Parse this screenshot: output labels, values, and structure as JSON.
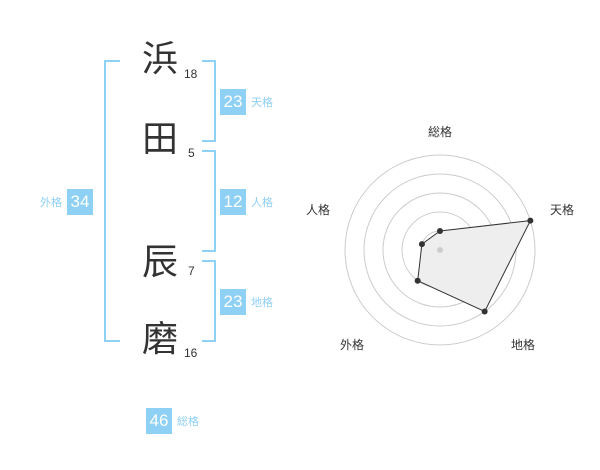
{
  "name": {
    "chars": [
      {
        "kanji": "浜",
        "strokes": "18"
      },
      {
        "kanji": "田",
        "strokes": "5"
      },
      {
        "kanji": "辰",
        "strokes": "7"
      },
      {
        "kanji": "磨",
        "strokes": "16"
      }
    ]
  },
  "scores": {
    "tenkaku": {
      "value": "23",
      "label": "天格"
    },
    "jinkaku": {
      "value": "12",
      "label": "人格"
    },
    "chikaku": {
      "value": "23",
      "label": "地格"
    },
    "gaikaku": {
      "value": "34",
      "label": "外格"
    },
    "soukaku": {
      "value": "46",
      "label": "総格"
    }
  },
  "radar": {
    "axes": [
      "総格",
      "天格",
      "地格",
      "外格",
      "人格"
    ],
    "levels": 5,
    "values": [
      1,
      5,
      4,
      2,
      1
    ],
    "colors": {
      "fill": "#eeeeee",
      "line": "#333333",
      "grid": "#cccccc",
      "accent": "#8fd0f5"
    }
  }
}
